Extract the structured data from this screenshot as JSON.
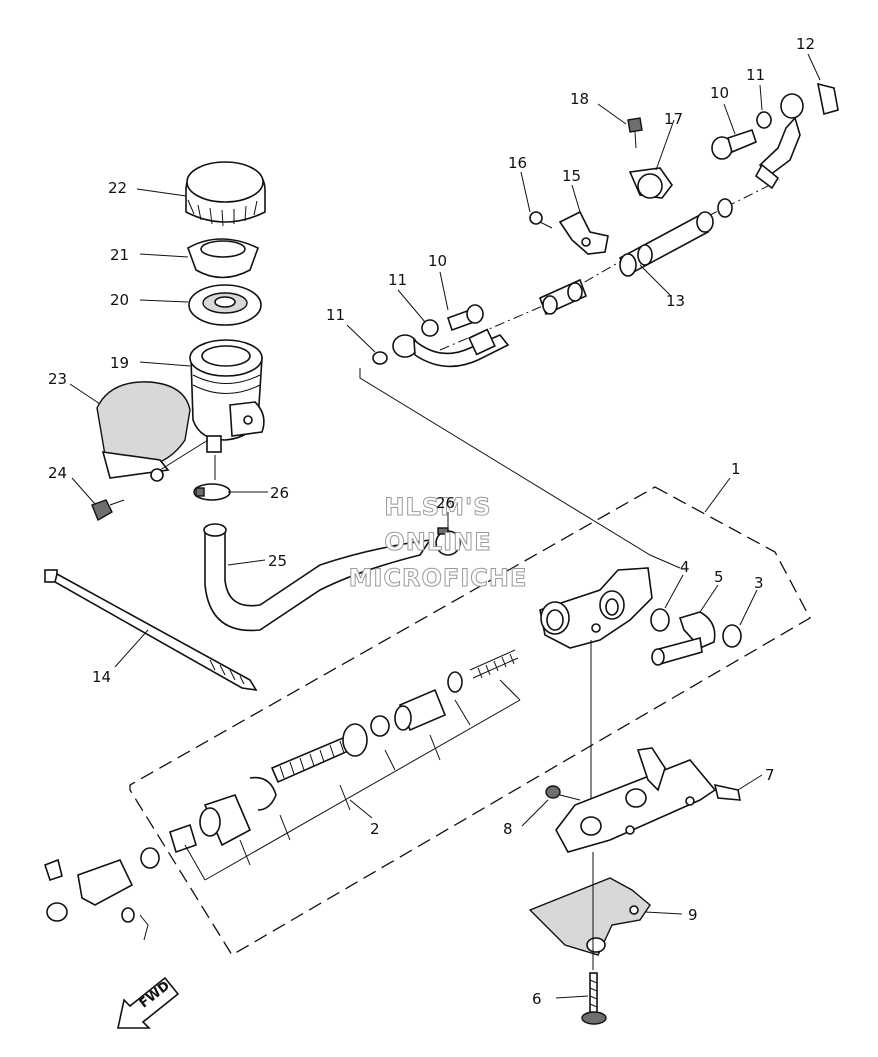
{
  "watermark": {
    "line1": "HLSM'S",
    "line2": "ONLINE",
    "line3": "MICROFICHE"
  },
  "direction_arrow": {
    "label": "FWD"
  },
  "callouts": [
    {
      "id": "c1",
      "text": "1"
    },
    {
      "id": "c2",
      "text": "2"
    },
    {
      "id": "c3",
      "text": "3"
    },
    {
      "id": "c4",
      "text": "4"
    },
    {
      "id": "c5",
      "text": "5"
    },
    {
      "id": "c6",
      "text": "6"
    },
    {
      "id": "c7",
      "text": "7"
    },
    {
      "id": "c8",
      "text": "8"
    },
    {
      "id": "c9",
      "text": "9"
    },
    {
      "id": "c10a",
      "text": "10"
    },
    {
      "id": "c10b",
      "text": "10"
    },
    {
      "id": "c11a",
      "text": "11"
    },
    {
      "id": "c11b",
      "text": "11"
    },
    {
      "id": "c11c",
      "text": "11"
    },
    {
      "id": "c12",
      "text": "12"
    },
    {
      "id": "c13",
      "text": "13"
    },
    {
      "id": "c14",
      "text": "14"
    },
    {
      "id": "c15",
      "text": "15"
    },
    {
      "id": "c16",
      "text": "16"
    },
    {
      "id": "c17",
      "text": "17"
    },
    {
      "id": "c18",
      "text": "18"
    },
    {
      "id": "c19",
      "text": "19"
    },
    {
      "id": "c20",
      "text": "20"
    },
    {
      "id": "c21",
      "text": "21"
    },
    {
      "id": "c22",
      "text": "22"
    },
    {
      "id": "c23",
      "text": "23"
    },
    {
      "id": "c24",
      "text": "24"
    },
    {
      "id": "c25",
      "text": "25"
    },
    {
      "id": "c26a",
      "text": "26"
    },
    {
      "id": "c26b",
      "text": "26"
    }
  ]
}
